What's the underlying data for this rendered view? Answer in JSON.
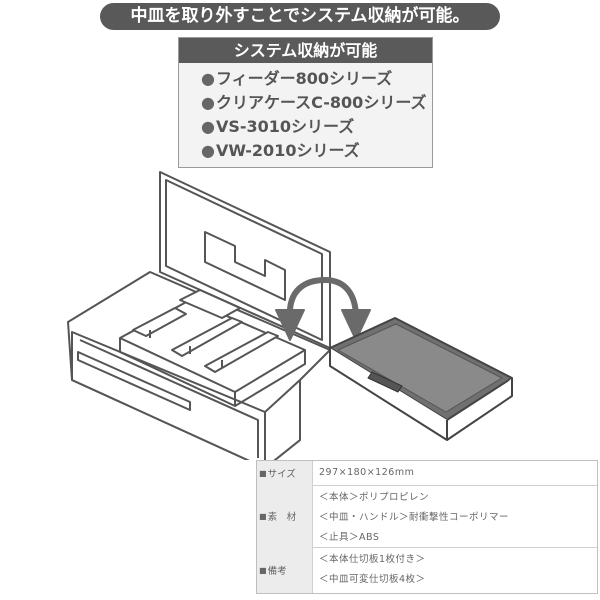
{
  "banner": "中皿を取り外すことでシステム収納が可能。",
  "system_box": {
    "title": "システム収納が可能",
    "items": [
      "フィーダー800シリーズ",
      "クリアケースC-800シリーズ",
      "VS-3010シリーズ",
      "VW-2010シリーズ"
    ]
  },
  "specs": {
    "size_label": "サイズ",
    "size_value": "297×180×126mm",
    "material_label": "素　材",
    "material_lines": [
      "＜本体＞ポリプロピレン",
      "＜中皿・ハンドル＞耐衝撃性コーポリマー",
      "＜止具＞ABS"
    ],
    "notes_label": "備考",
    "notes_lines": [
      "＜本体仕切板1枚付き＞",
      "＜中皿可変仕切板4枚＞"
    ]
  },
  "colors": {
    "banner_bg": "#595959",
    "header_bg": "#5a5a5a",
    "line": "#555555"
  }
}
